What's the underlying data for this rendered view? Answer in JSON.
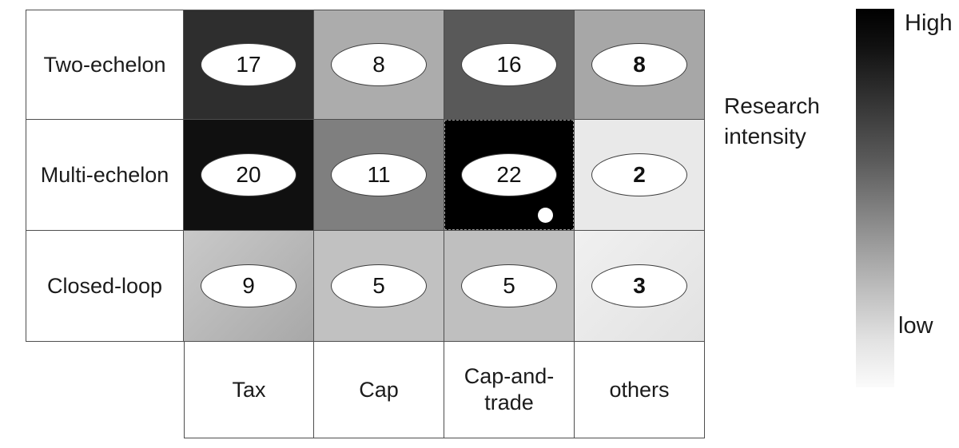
{
  "chart_data": {
    "type": "heatmap",
    "title": "",
    "rows": [
      "Two-echelon",
      "Multi-echelon",
      "Closed-loop"
    ],
    "columns": [
      "Tax",
      "Cap",
      "Cap-and-trade",
      "others"
    ],
    "values": [
      [
        17,
        8,
        16,
        8
      ],
      [
        20,
        11,
        22,
        2
      ],
      [
        9,
        5,
        5,
        3
      ]
    ],
    "legend": {
      "title": "Research intensity",
      "high_label": "High",
      "low_label": "low",
      "high_color": "#000000",
      "low_color": "#ffffff",
      "position": "right"
    },
    "notes": "Grayscale cell shading encodes research intensity (darker = higher). Small white dot marker in Multi-echelon x Cap-and-trade cell; that cell also has a dashed border. Values in 'others' column are bold.",
    "grid": "on"
  },
  "matrix": {
    "row_labels": [
      "Two-echelon",
      "Multi-echelon",
      "Closed-loop"
    ],
    "col_labels": [
      "Tax",
      "Cap",
      "Cap-and-trade",
      "others"
    ],
    "cells": [
      {
        "value": "17",
        "bg": "#2e2e2e"
      },
      {
        "value": "8",
        "bg": "#acacac"
      },
      {
        "value": "16",
        "bg": "#595959"
      },
      {
        "value": "8",
        "bg": "#a7a7a7"
      },
      {
        "value": "20",
        "bg": "#101010"
      },
      {
        "value": "11",
        "bg": "#7f7f7f"
      },
      {
        "value": "22",
        "bg": "#000000"
      },
      {
        "value": "2",
        "bg": "#e9e9e9"
      },
      {
        "value": "9",
        "bg": "linear-gradient(135deg,#c9c9c9 0%,#a8a8a8 100%)"
      },
      {
        "value": "5",
        "bg": "#c1c1c1"
      },
      {
        "value": "5",
        "bg": "#bfbfbf"
      },
      {
        "value": "3",
        "bg": "linear-gradient(135deg,#f0f0f0 0%,#e2e2e2 100%)"
      }
    ]
  },
  "legend": {
    "high": "High",
    "low": "low",
    "title": "Research intensity",
    "gradient": "linear-gradient(180deg,#000000 0%,#111111 10%,#2e2e2e 22%,#5a5a5a 40%,#8f8f8f 58%,#bdbdbd 74%,#e3e3e3 88%,#fbfbfb 100%)"
  }
}
